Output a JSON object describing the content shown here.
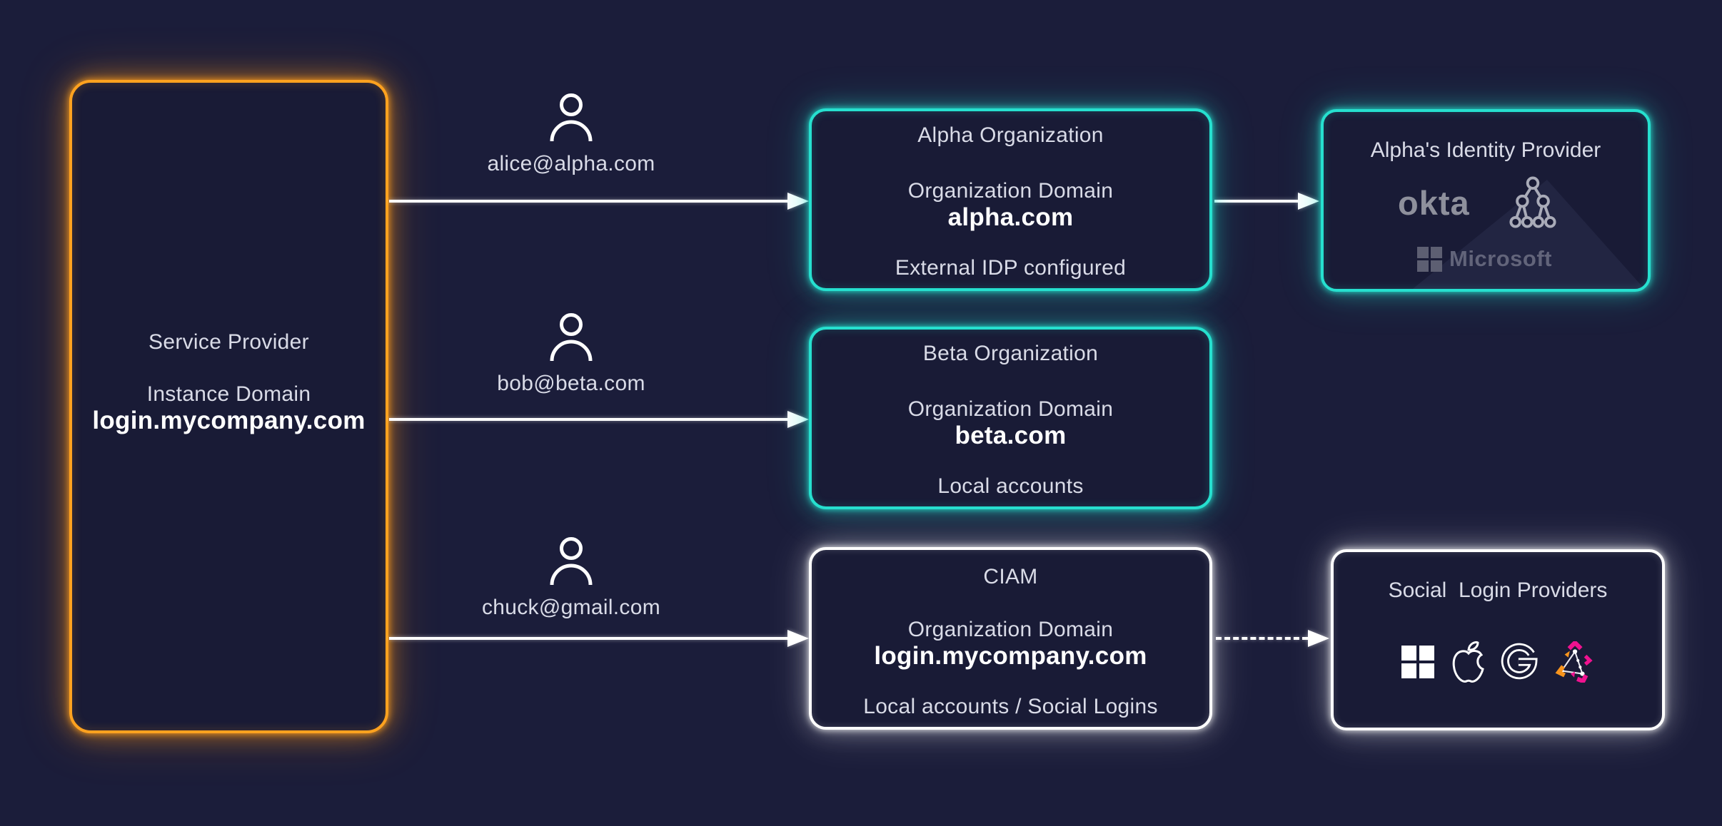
{
  "canvas": {
    "background": "#1b1d3a"
  },
  "colors": {
    "orange_border": "#ffa21f",
    "cyan_border": "#26e0cf",
    "white_border": "#ffffff",
    "text": "#d9dbe7",
    "bold_text": "#ffffff",
    "okta_gray": "#8e909c",
    "microsoft_gray": "#62647a",
    "zitadel_magenta": "#ef128f",
    "zitadel_orange": "#f7941d"
  },
  "service_provider": {
    "title": "Service Provider",
    "domain_label": "Instance Domain",
    "domain": "login.mycompany.com"
  },
  "users": [
    {
      "email": "alice@alpha.com"
    },
    {
      "email": "bob@beta.com"
    },
    {
      "email": "chuck@gmail.com"
    }
  ],
  "organizations": [
    {
      "title": "Alpha Organization",
      "domain_label": "Organization Domain",
      "domain": "alpha.com",
      "note": "External IDP configured"
    },
    {
      "title": "Beta Organization",
      "domain_label": "Organization Domain",
      "domain": "beta.com",
      "note": "Local accounts"
    },
    {
      "title": "CIAM",
      "domain_label": "Organization Domain",
      "domain": "login.mycompany.com",
      "note": "Local accounts / Social Logins"
    }
  ],
  "identity_provider": {
    "title": "Alpha's Identity Provider",
    "okta_label": "okta",
    "microsoft_label": "Microsoft"
  },
  "social_providers": {
    "title": "Social  Login Providers",
    "icons": [
      "microsoft",
      "apple",
      "google",
      "zitadel"
    ]
  }
}
